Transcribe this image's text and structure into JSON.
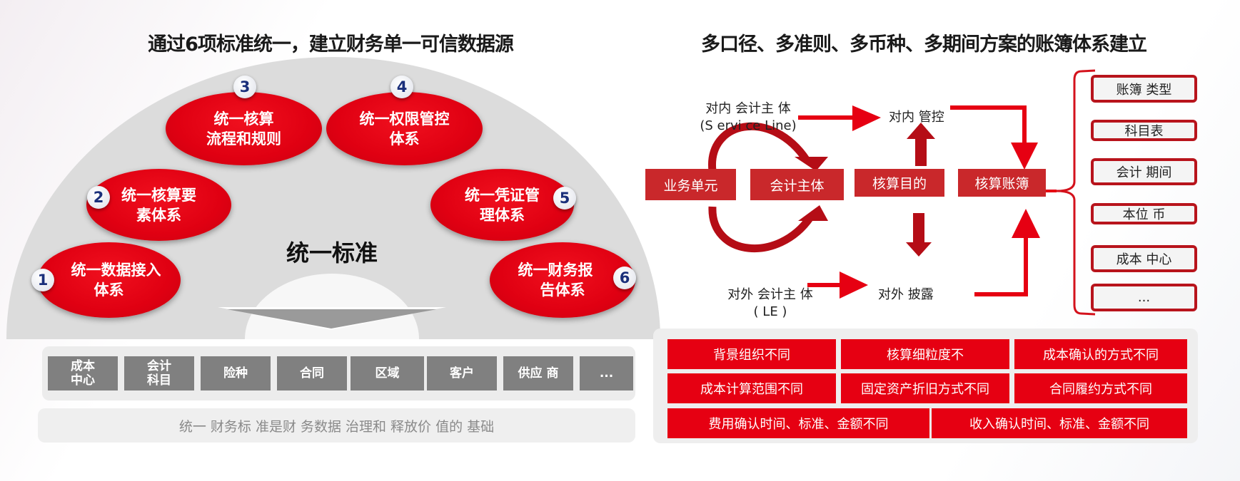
{
  "left": {
    "title": "通过6项标准统一，建立财务单一可信数据源",
    "center_label": "统一标准",
    "standards": [
      {
        "number": "1",
        "lines": [
          "统一数据接入",
          "体系"
        ]
      },
      {
        "number": "2",
        "lines": [
          "统一核算要",
          "素体系"
        ]
      },
      {
        "number": "3",
        "lines": [
          "统一核算",
          "流程和规则"
        ]
      },
      {
        "number": "4",
        "lines": [
          "统一权限管控",
          "体系"
        ]
      },
      {
        "number": "5",
        "lines": [
          "统一凭证管",
          "理体系"
        ]
      },
      {
        "number": "6",
        "lines": [
          "统一财务报",
          "告体系"
        ]
      }
    ],
    "categories": [
      [
        "成本",
        "中心"
      ],
      [
        "会计",
        "科目"
      ],
      [
        "险种"
      ],
      [
        "合同"
      ],
      [
        "区域"
      ],
      [
        "客户"
      ],
      [
        "供应 商"
      ],
      [
        "..."
      ]
    ],
    "footer": "统一 财务标 准是财 务数据 治理和 释放价 值的 基础"
  },
  "right": {
    "title": "多口径、多准则、多币种、多期间方案的账簿体系建立",
    "flow_boxes": [
      "业务单元",
      "会计主体",
      "核算目的",
      "核算账簿"
    ],
    "internal_entity": [
      "对内 会计主 体",
      "(S ervi ce Line)"
    ],
    "internal_control": "对内 管控",
    "external_entity": [
      "对外 会计主 体",
      "( LE )"
    ],
    "external_disclosure": "对外 披露",
    "ledger_items": [
      "账簿 类型",
      "科目表",
      "会计 期间",
      "本位 币",
      "成本 中心",
      "..."
    ],
    "differences": [
      [
        "背景组织不同",
        "核算细粒度不",
        "成本确认的方式不同"
      ],
      [
        "成本计算范围不同",
        "固定资产折旧方式不同",
        "合同履约方式不同"
      ],
      [
        "费用确认时间、标准、金额不同",
        "收入确认时间、标准、金额不同"
      ]
    ]
  },
  "colors": {
    "red": "#e60012",
    "dark_red": "#b8141c",
    "box_red": "#c9282b",
    "gray": "#808080",
    "arch": "#dcdcdc",
    "badge_text": "#1a2f7a"
  }
}
